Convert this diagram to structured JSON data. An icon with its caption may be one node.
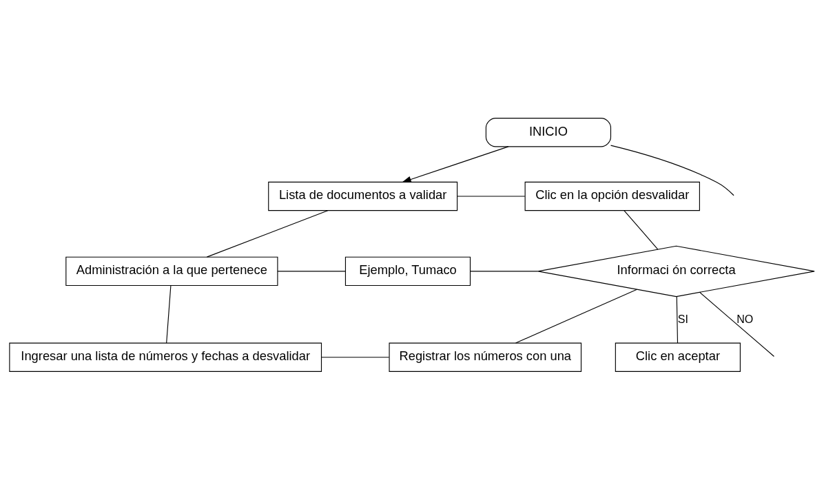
{
  "diagram": {
    "nodes": [
      {
        "text": [
          "INICIO"
        ]
      },
      {
        "text": [
          "Lista de documentos a validar"
        ]
      },
      {
        "text": [
          "Clic en la opción desvalidar"
        ]
      },
      {
        "text": [
          "Administración a la que pertenece"
        ]
      },
      {
        "text": [
          "Ejemplo, Tumaco"
        ]
      },
      {
        "text": [
          "Ingresar una lista de números y fechas a desvalidar"
        ]
      },
      {
        "text": [
          "Registrar los números con una"
        ]
      },
      {
        "text": [
          "Informaci ón correcta"
        ]
      },
      {
        "text": [
          "Clic en aceptar"
        ]
      }
    ],
    "edges": [
      {
        "from": 0,
        "to": 1,
        "arrow": "to"
      },
      {
        "from": 0,
        "to": null,
        "arrow": "none"
      },
      {
        "from": 1,
        "to": 2,
        "arrow": "none"
      },
      {
        "from": 1,
        "to": 3,
        "arrow": "none"
      },
      {
        "from": 3,
        "to": 4,
        "arrow": "none"
      },
      {
        "from": 3,
        "to": 5,
        "arrow": "none"
      },
      {
        "from": 5,
        "to": 6,
        "arrow": "none"
      },
      {
        "from": 2,
        "to": 7,
        "arrow": "none"
      },
      {
        "from": 4,
        "to": 7,
        "arrow": "none"
      },
      {
        "from": 6,
        "to": 7,
        "arrow": "none"
      },
      {
        "from": 7,
        "to": null,
        "label": "NO",
        "arrow": "none"
      },
      {
        "from": 7,
        "to": 8,
        "label": "SI",
        "arrow": "none"
      }
    ]
  }
}
